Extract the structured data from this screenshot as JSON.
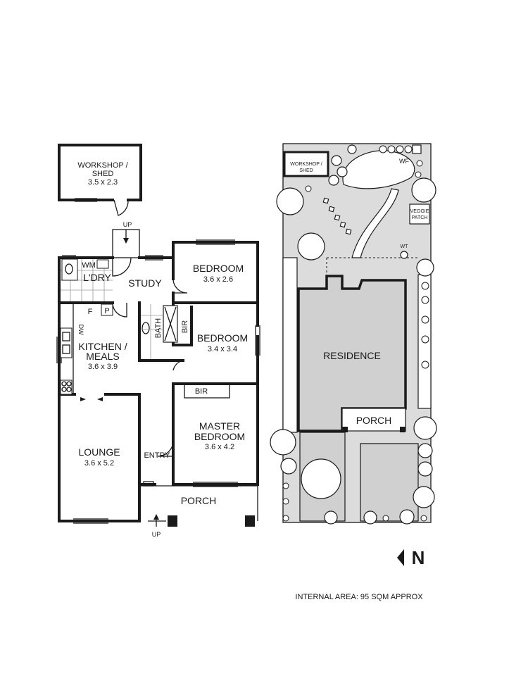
{
  "floor_plan": {
    "shed": {
      "name": "WORKSHOP /",
      "name2": "SHED",
      "dims": "3.5 x 2.3"
    },
    "laundry": {
      "wm": "WM",
      "name": "L'DRY",
      "f": "F",
      "p": "P"
    },
    "study": {
      "name": "STUDY"
    },
    "bedroom1": {
      "name": "BEDROOM",
      "dims": "3.6 x 2.6"
    },
    "bedroom2": {
      "name": "BEDROOM",
      "dims": "3.4 x 3.4"
    },
    "bath": {
      "name": "BATH",
      "bir": "BIR"
    },
    "kitchen": {
      "dw": "DW",
      "name": "KITCHEN /",
      "name2": "MEALS",
      "dims": "3.6 x 3.9"
    },
    "bir2": {
      "name": "BIR"
    },
    "master": {
      "name": "MASTER",
      "name2": "BEDROOM",
      "dims": "3.6 x 4.2"
    },
    "lounge": {
      "name": "LOUNGE",
      "dims": "3.6 x 5.2"
    },
    "entry": {
      "name": "ENTRY"
    },
    "porch": {
      "name": "PORCH"
    },
    "up_top": "UP",
    "up_bottom": "UP"
  },
  "site_plan": {
    "shed": {
      "name": "WORKSHOP /",
      "name2": "SHED"
    },
    "wf": "WF",
    "veggie": {
      "line1": "VEGGIE",
      "line2": "PATCH"
    },
    "wt": "WT",
    "residence": "RESIDENCE",
    "porch": "PORCH"
  },
  "north_label": "N",
  "internal_area": "INTERNAL AREA: 95 SQM  APPROX"
}
